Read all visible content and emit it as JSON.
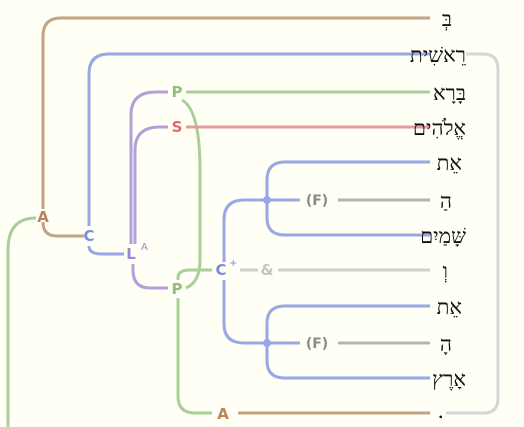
{
  "words": [
    "בְּ",
    "רֵאשִׁית",
    "בָּרָא",
    "אֱלֹהִים",
    "אֵת",
    "הַ",
    "שָּׁמַיִם",
    "וְ",
    "אֵת",
    "הָ",
    "אָרֶץ",
    "."
  ],
  "labels": {
    "A_outer": "A",
    "C_outer": "C",
    "L": "L",
    "L_sup": "A",
    "P_top": "P",
    "S": "S",
    "C_coord": "C",
    "C_coord_sup": "+",
    "amp": "&",
    "F1": "(F)",
    "F2": "(F)",
    "P_mid": "P",
    "A_bottom": "A"
  },
  "colors": {
    "tan": "#c2a385",
    "blue": "#9aa7e6",
    "purple": "#b59fd8",
    "green": "#a8cf97",
    "red": "#e39a9a",
    "gray": "#b5b5b5",
    "lightgray": "#d0d0d0"
  }
}
